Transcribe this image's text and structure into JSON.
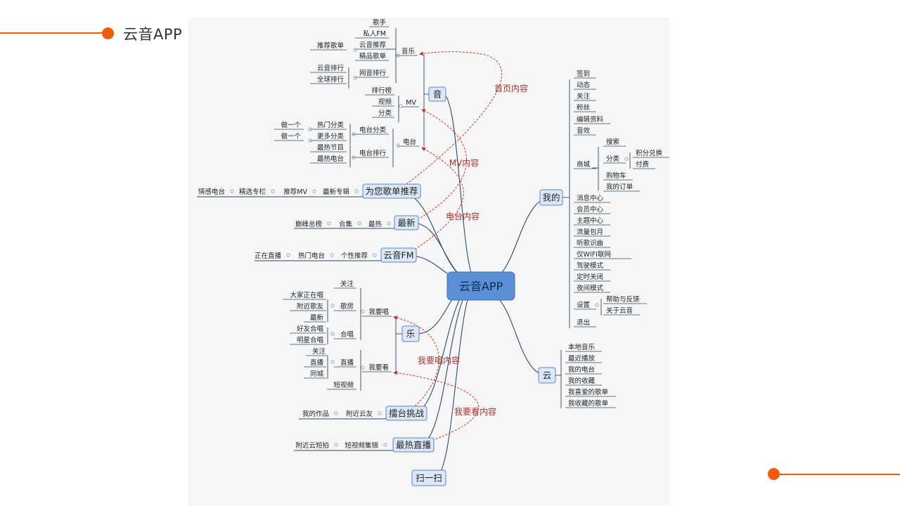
{
  "title": "云音APP",
  "colors": {
    "accent": "#f25c05",
    "node_fill": "#dce8f8",
    "node_border": "#5a86c0",
    "center_fill": "#5b8fd6",
    "link": "#2c4a66",
    "dash": "#c0392b"
  },
  "center": {
    "label": "云音APP"
  },
  "nodes": {
    "yin": {
      "label": "音"
    },
    "music": {
      "label": "音乐"
    },
    "music_children": [
      "歌手",
      "私人FM",
      "云音推荐",
      "精品歌单",
      "网音排行"
    ],
    "tuijian_gedan": "推荐歌单",
    "rank_children": [
      "云音排行",
      "全球排行"
    ],
    "mv": {
      "label": "MV"
    },
    "mv_children": [
      "排行榜",
      "视频",
      "分类"
    ],
    "radio": {
      "label": "电台"
    },
    "radio_children": [
      "电台分类",
      "电台排行"
    ],
    "radio_cat_children": [
      "热门分类",
      "更多分类"
    ],
    "radio_cat_leaf": [
      "做一个",
      "做一个"
    ],
    "radio_rank_children": [
      "最热节目",
      "最热电台"
    ],
    "recommend": {
      "label": "为您歌单推荐"
    },
    "recommend_children": [
      "最新专辑",
      "推荐MV",
      "精选专栏",
      "情感电台"
    ],
    "latest": {
      "label": "最新"
    },
    "latest_children": [
      "最热",
      "合集",
      "巅峰总榜"
    ],
    "fm": {
      "label": "云音FM"
    },
    "fm_children": [
      "个性推荐",
      "热门电台",
      "正在直播"
    ],
    "le": {
      "label": "乐"
    },
    "sing": {
      "label": "我要唱"
    },
    "sing_children": [
      "关注",
      "歌房",
      "合唱"
    ],
    "room_children": [
      "大家正在唱",
      "附近歌友",
      "最新"
    ],
    "chorus_children": [
      "好友合唱",
      "明星合唱"
    ],
    "watch": {
      "label": "我要看"
    },
    "watch_children": [
      "关注",
      "直播",
      "短视频"
    ],
    "live_children": [
      "直播",
      "同城"
    ],
    "challenge": {
      "label": "擂台挑战"
    },
    "challenge_children": [
      "附近云友",
      "我的作品"
    ],
    "hotlive": {
      "label": "最热直播"
    },
    "hotlive_children": [
      "短视频集锦",
      "附近云短拍"
    ],
    "scan": {
      "label": "扫一扫"
    },
    "mine": {
      "label": "我的"
    },
    "mine_children": [
      "签到",
      "动态",
      "关注",
      "粉丝",
      "编辑资料",
      "音效",
      "商城",
      "消息中心",
      "会员中心",
      "主题中心",
      "流量包月",
      "听歌识曲",
      "仅WIFI联网",
      "驾驶模式",
      "定时关闭",
      "夜间模式",
      "设置",
      "退出"
    ],
    "mall_children": [
      "搜索",
      "分类",
      "购物车",
      "我的订单"
    ],
    "cat_children": [
      "积分兑换",
      "付费"
    ],
    "settings_children": [
      "帮助与反馈",
      "关于云音"
    ],
    "cloud": {
      "label": "云"
    },
    "cloud_children": [
      "本地音乐",
      "最近播放",
      "我的电台",
      "我的收藏",
      "我喜爱的歌单",
      "我收藏的歌单"
    ]
  },
  "dashed_labels": [
    "首页内容",
    "MV内容",
    "电台内容",
    "我要唱内容",
    "我要看内容"
  ]
}
